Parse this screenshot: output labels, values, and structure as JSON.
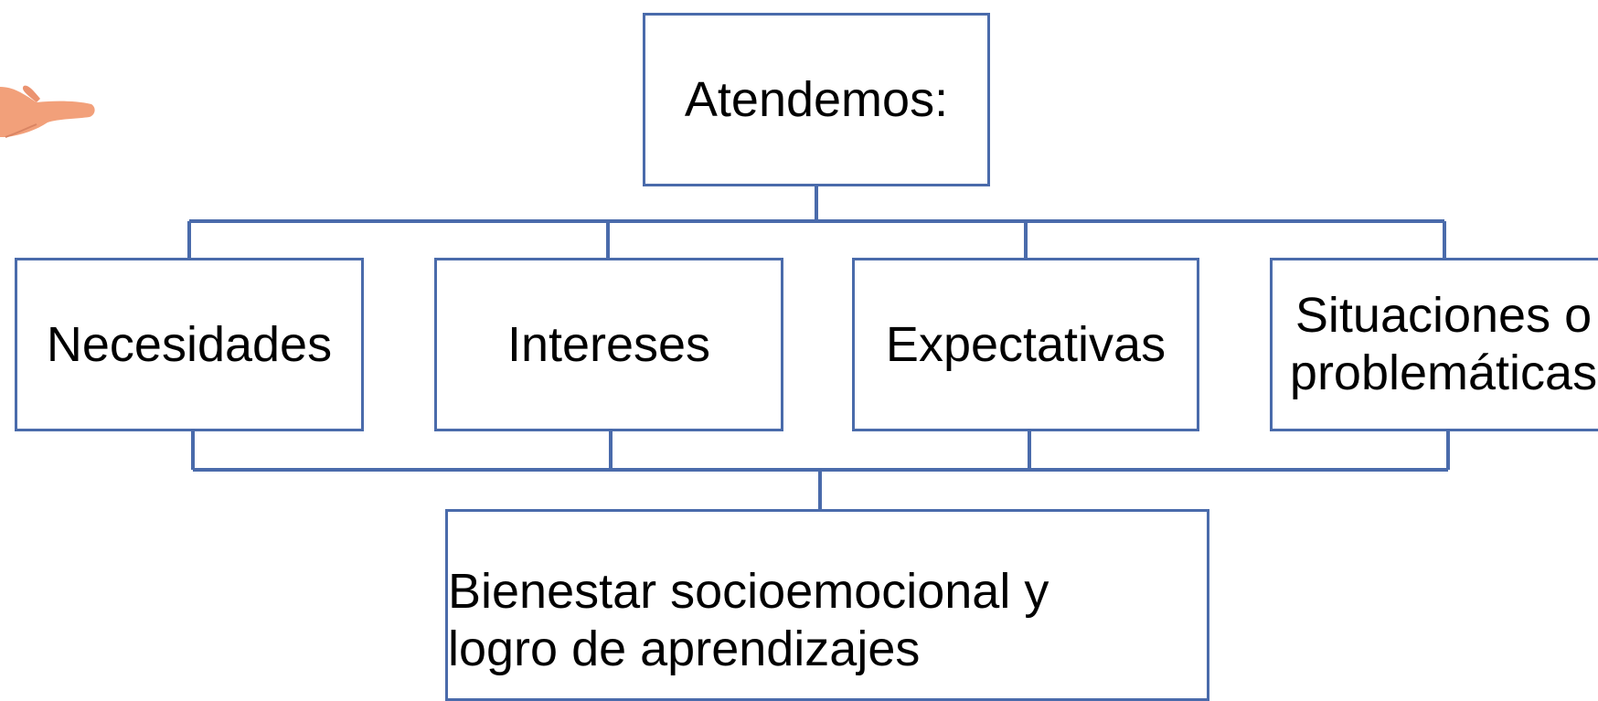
{
  "diagram": {
    "top_box": {
      "label": "Atendemos:"
    },
    "middle_boxes": [
      {
        "label": "Necesidades"
      },
      {
        "label": "Intereses"
      },
      {
        "label": "Expectativas"
      },
      {
        "label": "Situaciones o problemáticas",
        "line1": "Situaciones o",
        "line2": "problemáticas"
      }
    ],
    "bottom_box": {
      "label": "Bienestar socioemocional y logro de aprendizajes",
      "line1": "Bienestar socioemocional y",
      "line2": "logro de aprendizajes"
    }
  },
  "colors": {
    "box_border": "#4a6bab",
    "connector": "#4a6bab",
    "text": "#000000",
    "hand_skin": "#f2a07a"
  },
  "icons": [
    "pointing-hand-icon"
  ]
}
